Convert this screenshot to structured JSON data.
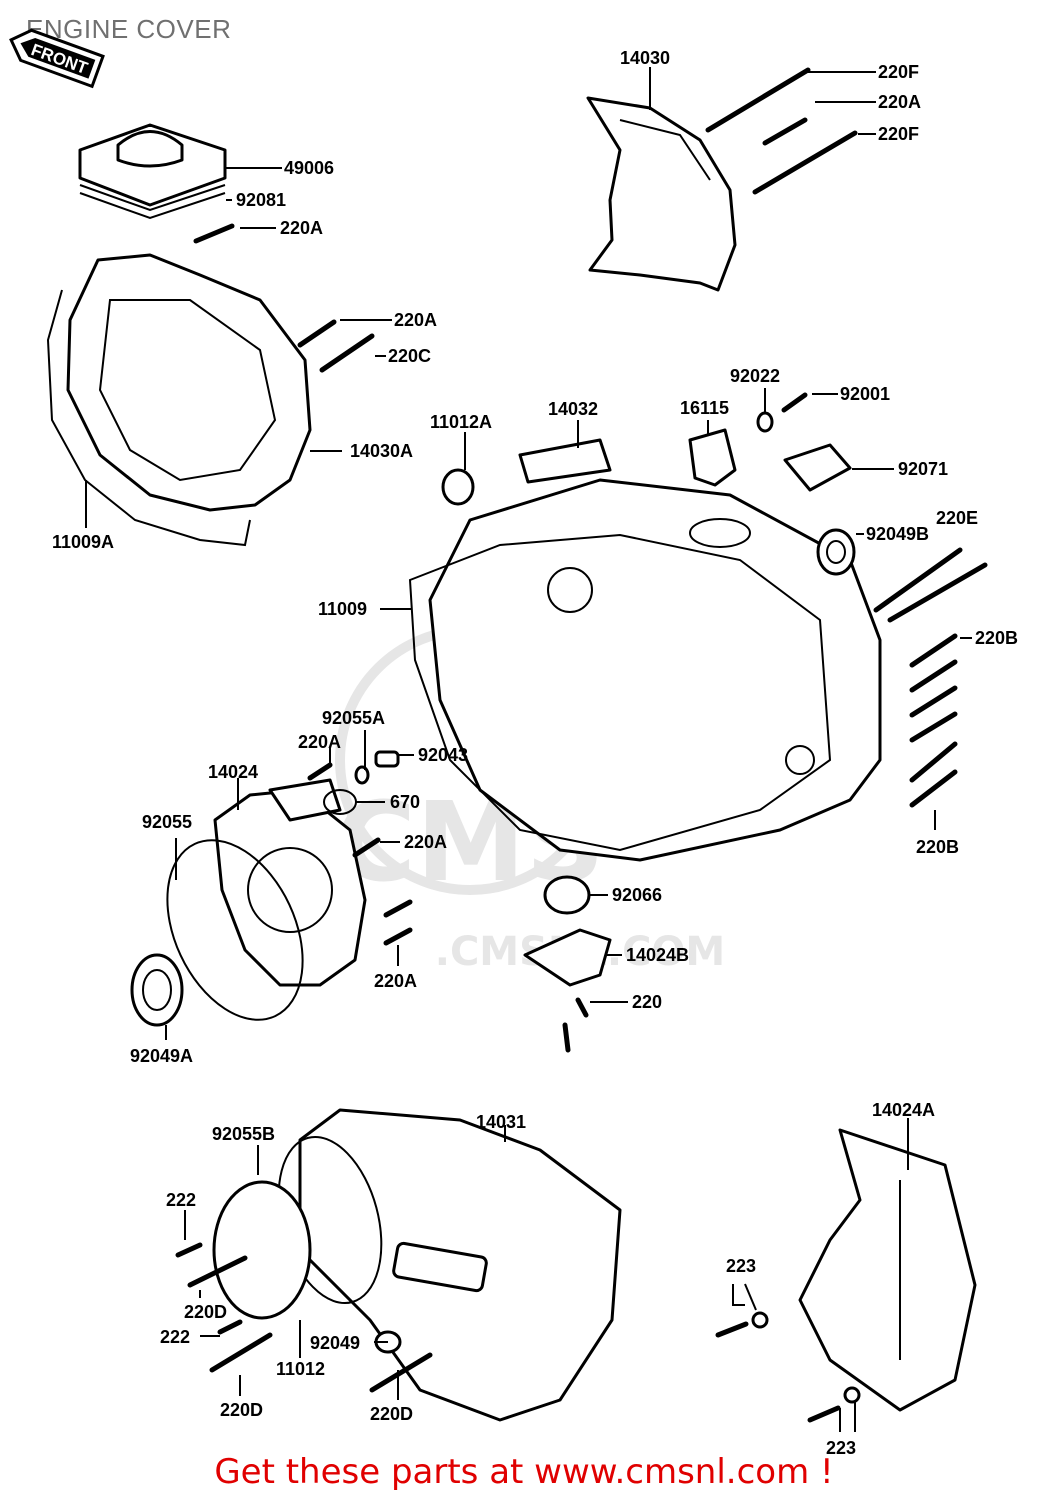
{
  "title": "ENGINE COVER",
  "footer": "Get these parts at www.cmsnl.com !",
  "front_tag": "FRONT",
  "watermark": {
    "big": "CMS",
    "url": ".CMSNL.COM"
  },
  "parts": {
    "p14030": "14030",
    "p220F_a": "220F",
    "p220A_a": "220A",
    "p220F_b": "220F",
    "p49006": "49006",
    "p92081": "92081",
    "p220A_b": "220A",
    "p220A_c": "220A",
    "p220C": "220C",
    "p14030A": "14030A",
    "p11009A": "11009A",
    "p92022": "92022",
    "p92001": "92001",
    "p16115": "16115",
    "p14032": "14032",
    "p11012A": "11012A",
    "p92071": "92071",
    "p92049B": "92049B",
    "p220E": "220E",
    "p11009": "11009",
    "p220B_a": "220B",
    "p220B_b": "220B",
    "p92055A": "92055A",
    "p220A_d": "220A",
    "p92043": "92043",
    "p14024": "14024",
    "p670": "670",
    "p92055": "92055",
    "p220A_e": "220A",
    "p92066": "92066",
    "p14024B": "14024B",
    "p220A_f": "220A",
    "p220": "220",
    "p92049A": "92049A",
    "p14031": "14031",
    "p92055B": "92055B",
    "p14024A": "14024A",
    "p222_a": "222",
    "p220D_a": "220D",
    "p222_b": "222",
    "p92049": "92049",
    "p11012": "11012",
    "p220D_b": "220D",
    "p220D_c": "220D",
    "p223_a": "223",
    "p223_b": "223"
  }
}
